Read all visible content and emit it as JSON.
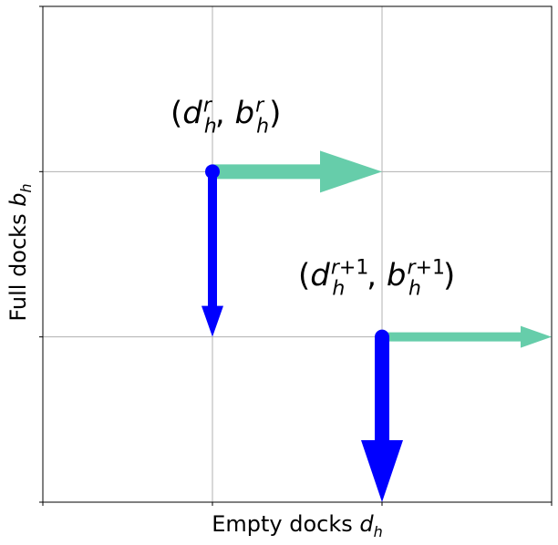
{
  "chart_data": {
    "type": "scatter",
    "title": "",
    "xlabel": "Empty docks d_h",
    "ylabel": "Full docks b_h",
    "xlim": [
      0,
      3
    ],
    "ylim": [
      0,
      3
    ],
    "grid": true,
    "tick_labels_visible": false,
    "points": [
      {
        "label": "(d_h^r, b_h^r)",
        "x": 1,
        "y": 2,
        "arrow_right": {
          "to_x": 2,
          "color": "#66cdaa",
          "weight": "thick"
        },
        "arrow_down": {
          "to_y": 1,
          "color": "#0000ff",
          "weight": "thin"
        }
      },
      {
        "label": "(d_h^{r+1}, b_h^{r+1})",
        "x": 2,
        "y": 1,
        "arrow_right": {
          "to_x": 3,
          "color": "#66cdaa",
          "weight": "thin"
        },
        "arrow_down": {
          "to_y": 0,
          "color": "#0000ff",
          "weight": "thick"
        }
      }
    ],
    "colors": {
      "point": "#0000ff",
      "right_arrow": "#66cdaa",
      "down_arrow": "#0000ff",
      "grid": "#b0b0b0"
    }
  }
}
